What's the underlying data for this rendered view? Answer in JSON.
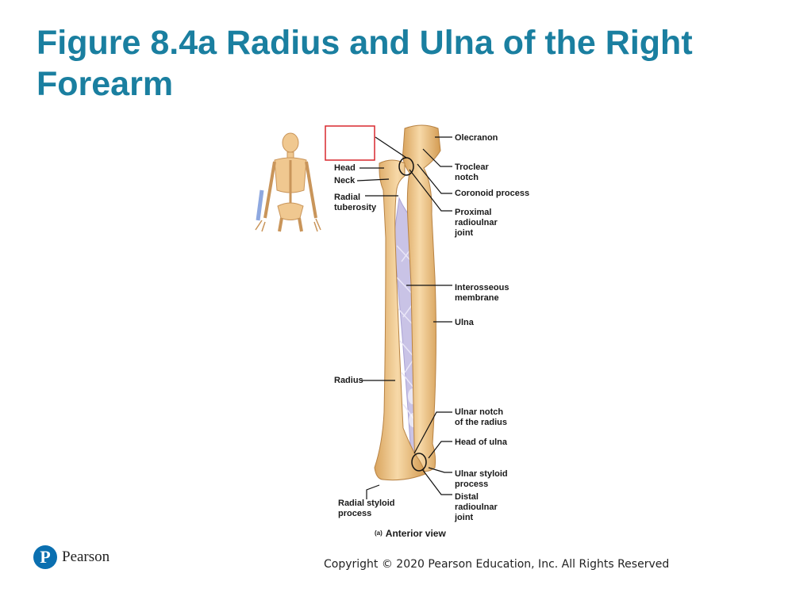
{
  "slide": {
    "title": "Figure 8.4a Radius and Ulna of the Right Forearm",
    "caption_letter": "(a)",
    "caption_text": "Anterior view",
    "logo_text": "Pearson",
    "logo_letter": "P",
    "copyright": "Copyright © 2020 Pearson Education, Inc. All Rights Reserved"
  },
  "labels": {
    "head": "Head",
    "neck": "Neck",
    "radial_tuberosity": "Radial\ntuberosity",
    "olecranon": "Olecranon",
    "trochlear_notch": "Troclear\nnotch",
    "coronoid_process": "Coronoid process",
    "proximal_radioulnar_joint": "Proximal\nradioulnar\njoint",
    "interosseous_membrane": "Interosseous\nmembrane",
    "ulna": "Ulna",
    "radius": "Radius",
    "ulnar_notch": "Ulnar notch\nof the radius",
    "head_of_ulna": "Head of ulna",
    "ulnar_styloid_process": "Ulnar styloid\nprocess",
    "distal_radioulnar_joint": "Distal\nradioulnar\njoint",
    "radial_styloid_process": "Radial styloid\nprocess"
  },
  "colors": {
    "title": "#1a7fa0",
    "bone": "#f2c98e",
    "bone_shadow": "#d9a45e",
    "membrane": "#c9c3e6",
    "highlight_box": "#d8292f",
    "logo": "#0a6fb0"
  },
  "icons": {
    "skeleton": "skeleton-thumbnail-icon",
    "logo": "pearson-logo-icon"
  }
}
